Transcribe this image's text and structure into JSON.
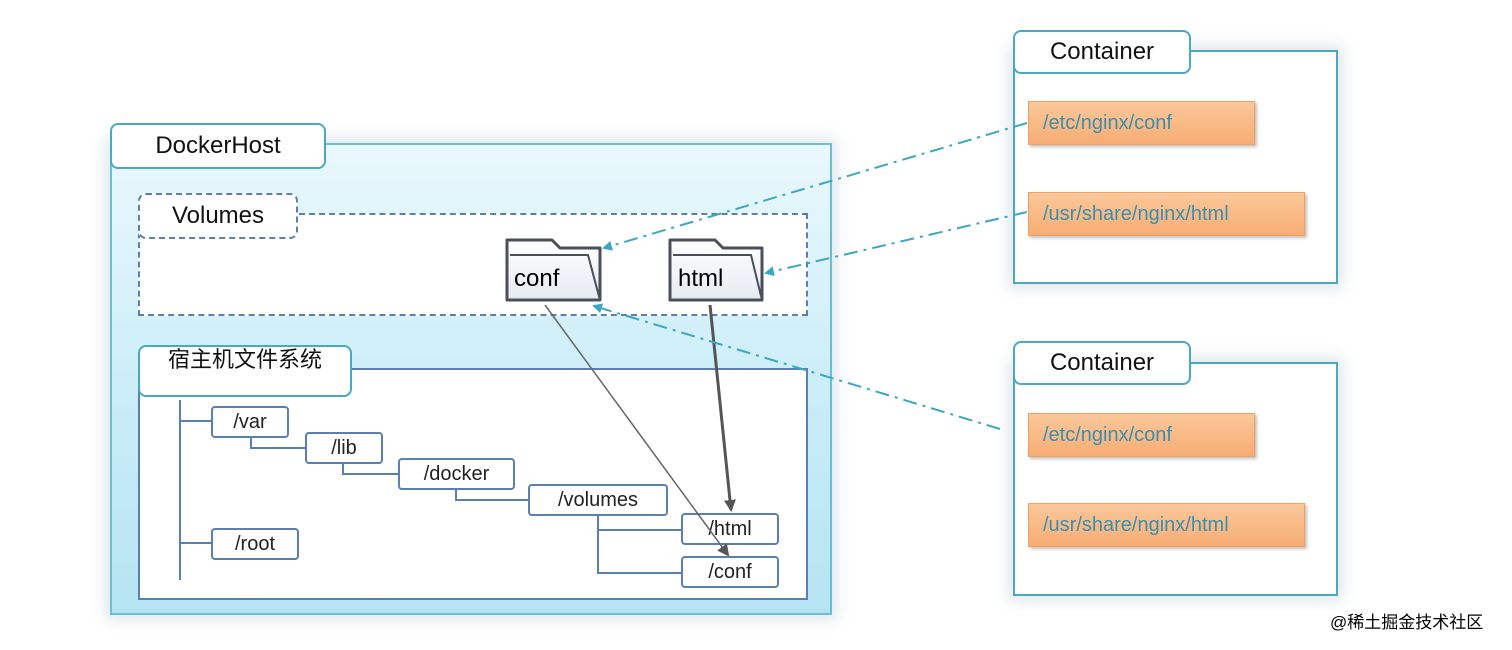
{
  "docker_host": {
    "title": "DockerHost"
  },
  "volumes": {
    "title": "Volumes",
    "folders": [
      {
        "label": "conf"
      },
      {
        "label": "html"
      }
    ]
  },
  "host_fs": {
    "title": "宿主机文件系统",
    "nodes": {
      "var": "/var",
      "lib": "/lib",
      "docker": "/docker",
      "volumes": "/volumes",
      "html": "/html",
      "conf": "/conf",
      "root": "/root"
    }
  },
  "containers": [
    {
      "title": "Container",
      "paths": [
        "/etc/nginx/conf",
        "/usr/share/nginx/html"
      ]
    },
    {
      "title": "Container",
      "paths": [
        "/etc/nginx/conf",
        "/usr/share/nginx/html"
      ]
    }
  ],
  "colors": {
    "tab_border": "#4aa8c0",
    "tree_border": "#5a7fb0",
    "path_fill": "#f7ad74",
    "path_text": "#3a8fb0",
    "dash_line": "#3aa8c2"
  },
  "watermark": "@稀土掘金技术社区"
}
